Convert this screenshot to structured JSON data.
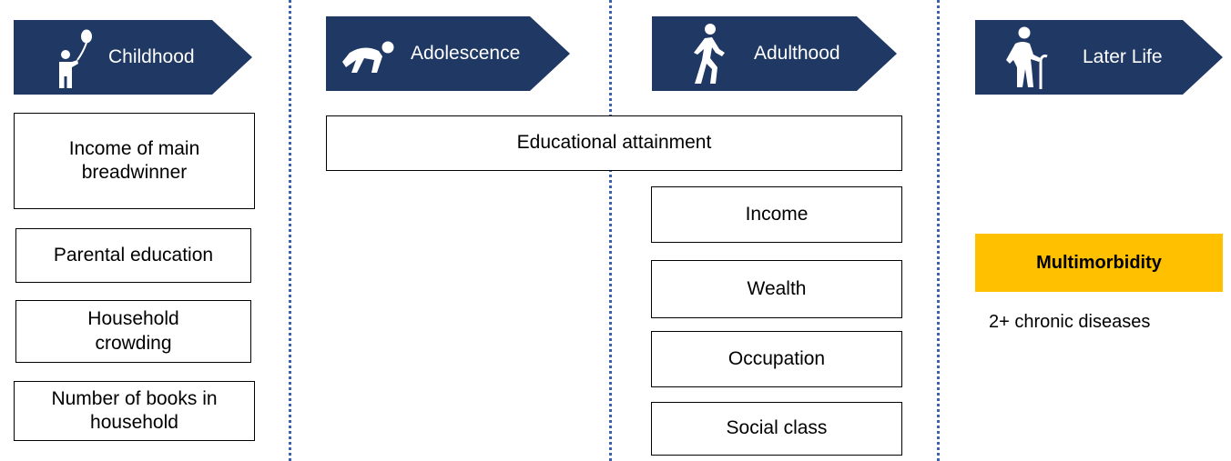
{
  "stages": [
    {
      "label": "Childhood",
      "icon": "child-with-balloon-icon"
    },
    {
      "label": "Adolescence",
      "icon": "runner-crouching-icon"
    },
    {
      "label": "Adulthood",
      "icon": "walking-person-icon"
    },
    {
      "label": "Later Life",
      "icon": "elderly-person-with-cane-icon"
    }
  ],
  "childhood_measures": [
    "Income of main breadwinner",
    "Parental education",
    "Household crowding",
    "Number of books in household"
  ],
  "spanning_measure": "Educational attainment",
  "adulthood_measures": [
    "Income",
    "Wealth",
    "Occupation",
    "Social class"
  ],
  "outcome": {
    "label": "Multimorbidity",
    "definition": "2+ chronic diseases"
  },
  "colors": {
    "stage_fill": "#1f3864",
    "divider": "#3a62b0",
    "outcome_fill": "#ffc000"
  }
}
